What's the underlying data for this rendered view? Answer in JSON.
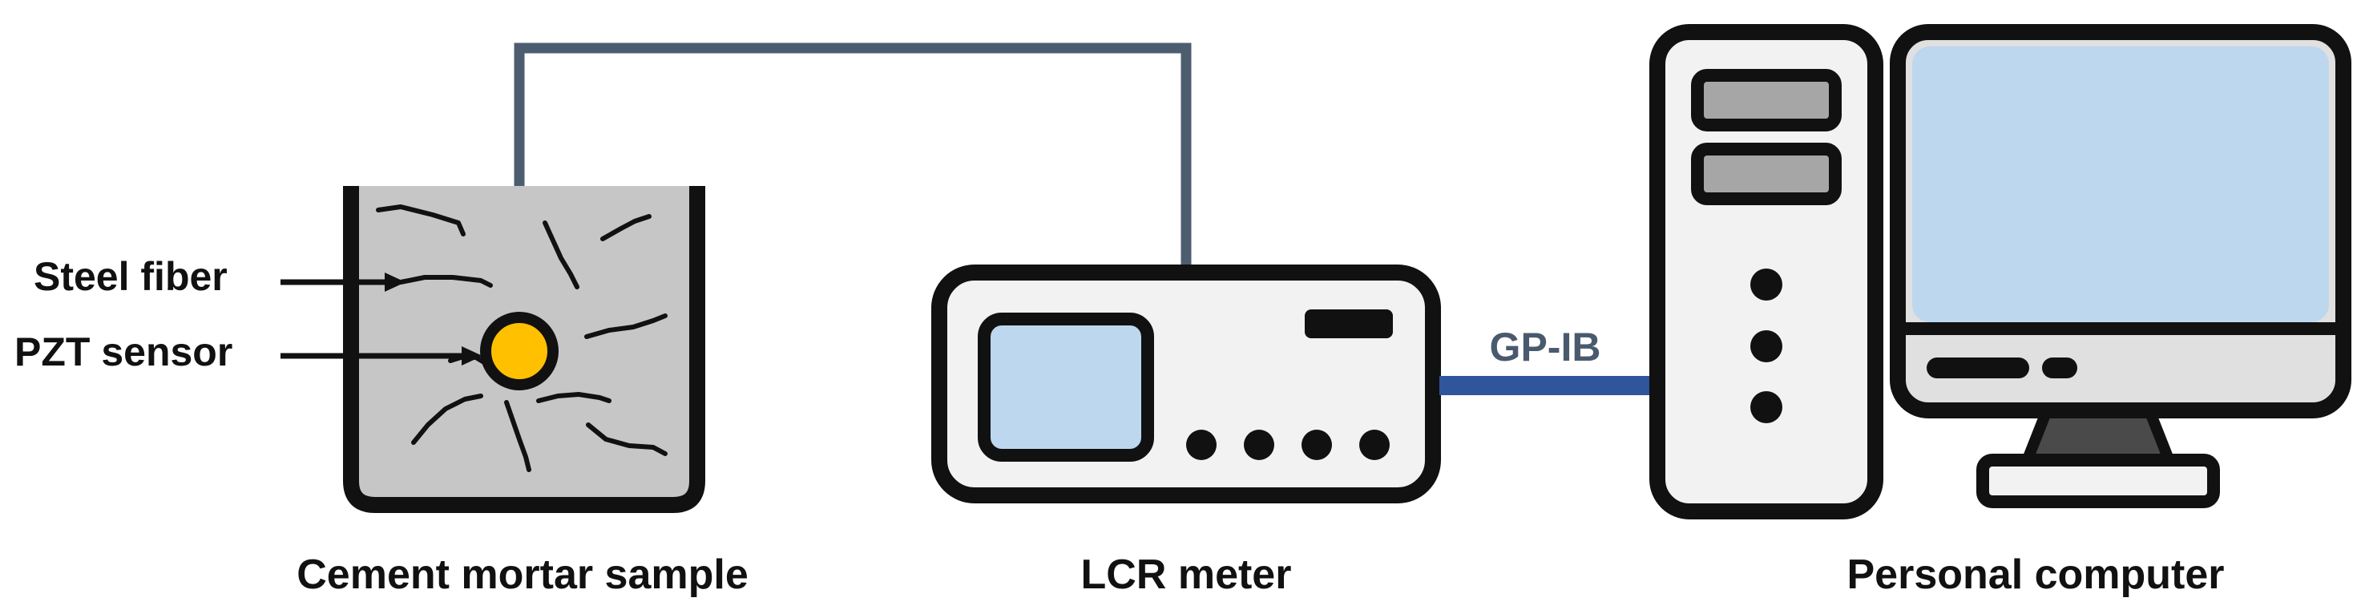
{
  "labels": {
    "steel_fiber": "Steel fiber",
    "pzt_sensor": "PZT sensor",
    "cement_sample": "Cement mortar sample",
    "lcr_meter": "LCR meter",
    "personal_computer": "Personal computer",
    "gpib": "GP-IB"
  },
  "colors": {
    "outline": "#111111",
    "mortar_fill": "#c6c6c6",
    "pzt_fill": "#ffc000",
    "sensor_wire": "#4d5d70",
    "gpib_cable": "#2f559a",
    "screen_fill": "#bdd7ee",
    "device_body": "#f2f2f2",
    "drive_fill": "#a6a6a6",
    "stand_fill": "#4a4a4a"
  }
}
